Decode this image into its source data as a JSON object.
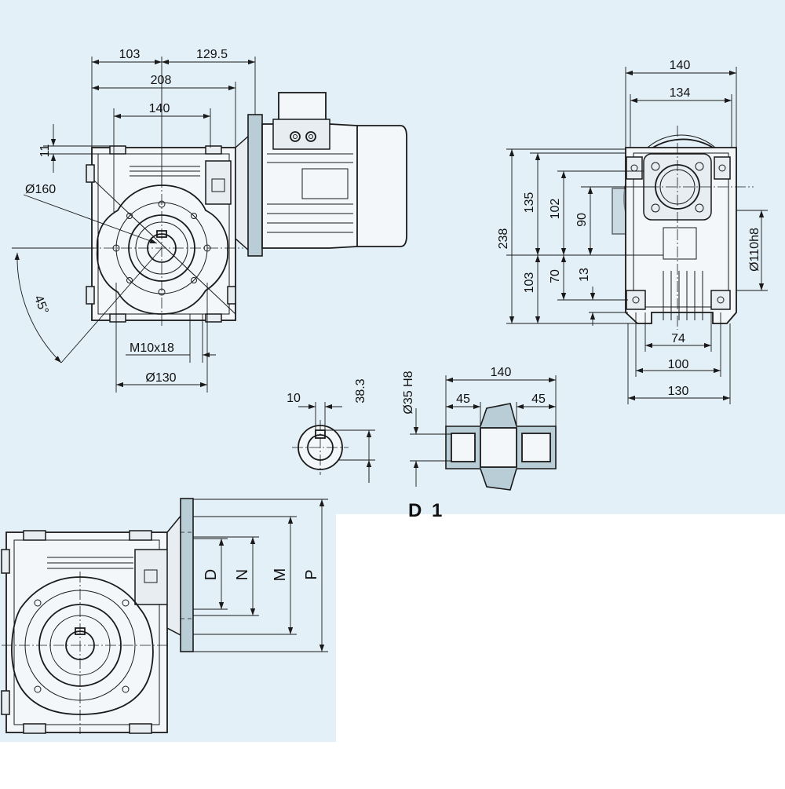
{
  "figure_label": "D 1",
  "colors": {
    "panel_background": "#e3f0f8",
    "flange_fill": "#b8cdd6",
    "line": "#1a1a1a",
    "page_background": "#ffffff"
  },
  "front_view": {
    "dims": {
      "d103": "103",
      "d129_5": "129.5",
      "d208": "208",
      "d140": "140",
      "d11": "11",
      "dia160": "Ø160",
      "angle45": "45°",
      "m10x18": "M10x18",
      "dia130": "Ø130"
    }
  },
  "side_view": {
    "dims": {
      "d140": "140",
      "d134": "134",
      "d238": "238",
      "d135": "135",
      "d102": "102",
      "d90": "90",
      "d103": "103",
      "d70": "70",
      "d13": "13",
      "dia110h8": "Ø110h8",
      "d74": "74",
      "d100": "100",
      "d130": "130"
    }
  },
  "bore_detail": {
    "dims": {
      "d10": "10",
      "d38_3": "38.3"
    }
  },
  "shaft_detail": {
    "dims": {
      "d140": "140",
      "d45_left": "45",
      "d45_right": "45",
      "dia35h8": "Ø35 H8"
    }
  },
  "flange_view": {
    "labels": {
      "D": "D",
      "N": "N",
      "M": "M",
      "P": "P"
    }
  }
}
